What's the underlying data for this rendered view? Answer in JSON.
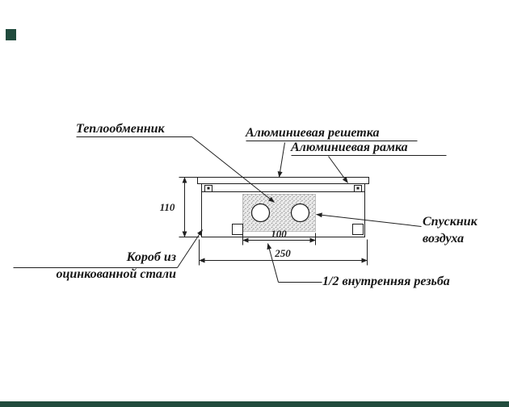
{
  "page": {
    "background": "#ffffff",
    "accent_color": "#214b3d",
    "line_color": "#1f1f1f"
  },
  "diagram": {
    "callouts": {
      "heat_exchanger": "Теплообменник",
      "aluminum_grille": "Алюминиевая решетка",
      "aluminum_frame": "Алюминиевая рамка",
      "air_vent": {
        "line1": "Спускник",
        "line2": "воздуха"
      },
      "steel_box": {
        "line1": "Короб из",
        "line2": "оцинкованной стали"
      },
      "thread": "1/2 внутренняя резьба"
    },
    "dimensions": {
      "height_mm": "110",
      "exchanger_width_mm": "100",
      "total_width_mm": "250"
    }
  }
}
